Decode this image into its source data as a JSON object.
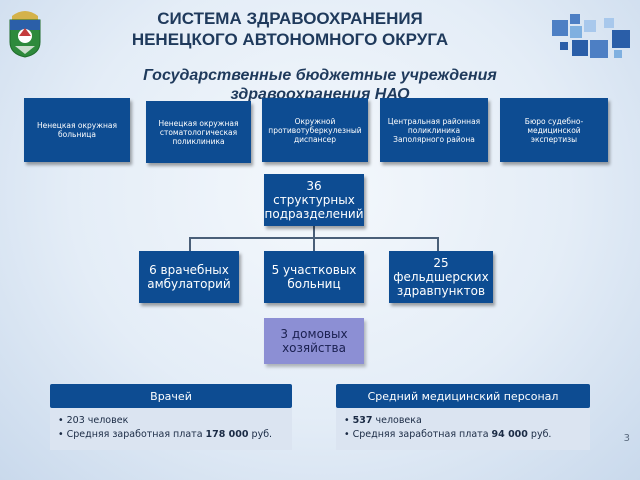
{
  "header": {
    "title_line1": "СИСТЕМА ЗДРАВООХРАНЕНИЯ",
    "title_line2": "НЕНЕЦКОГО АВТОНОМНОГО ОКРУГА",
    "subtitle_line1": "Государственные бюджетные учреждения",
    "subtitle_line2": "здравоохранения НАО"
  },
  "institutions": [
    {
      "label": "Ненецкая окружная больница"
    },
    {
      "label": "Ненецкая окружная стоматологическая поликлиника"
    },
    {
      "label": "Окружной противотуберкулезный диспансер"
    },
    {
      "label": "Центральная районная поликлиника Заполярного района"
    },
    {
      "label": "Бюро судебно-медицинской экспертизы"
    }
  ],
  "structure": {
    "root": "36 структурных подразделений",
    "children": [
      "6 врачебных амбулаторий",
      "5 участковых больниц",
      "25 фельдшерских здравпунктов"
    ],
    "extra": "3 домовых хозяйства"
  },
  "panels": {
    "doctors": {
      "title": "Врачей",
      "count": "203 человек",
      "salary_prefix": "Средняя заработная плата ",
      "salary_value": "178 000",
      "salary_suffix": " руб."
    },
    "nurses": {
      "title": "Средний медицинский персонал",
      "count_value": "537",
      "count_suffix": " человека",
      "salary_prefix": "Средняя заработная плата ",
      "salary_value": "94 000",
      "salary_suffix": " руб."
    }
  },
  "page_number": "3",
  "colors": {
    "primary": "#0d4c92",
    "accent_box": "#8c8fd4",
    "panel_bg": "#dbe4f1",
    "title": "#1f3a5c"
  },
  "icons": [
    "coat-of-arms-icon",
    "brand-mosaic-icon"
  ]
}
